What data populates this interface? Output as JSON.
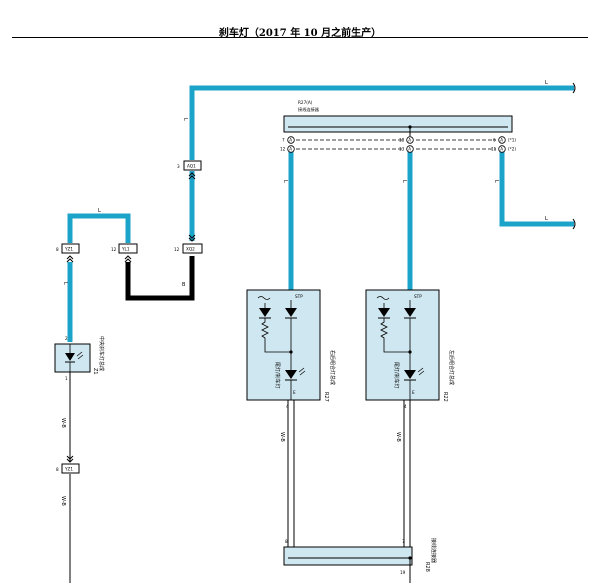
{
  "page": {
    "title": "刹车灯（2017 年 10 月之前生产）"
  },
  "colors": {
    "wire_blue": "#1ca3c9",
    "wire_black": "#000000",
    "connector_fill": "#cfe7f0"
  },
  "wires": {
    "top_right": "L",
    "mid_right": "L",
    "to_aq1": "L",
    "to_yz1": "L",
    "to_z1": "L",
    "black": "B",
    "stp_left": "L",
    "stp_right": "L",
    "right_drop": "L",
    "z1_ground": "W-B",
    "yz1b_ground": "W-B",
    "r27_ground": "W-B",
    "r22_ground": "W-B"
  },
  "connectors": {
    "aq1": {
      "label": "AQ1",
      "pin": "3"
    },
    "xq2": {
      "label": "XQ2",
      "pin": "12"
    },
    "yz1": {
      "label": "YZ1",
      "pin": "8"
    },
    "yl1": {
      "label": "YL1",
      "pin": "12"
    },
    "yz1b": {
      "label": "YZ1",
      "pin": "8"
    }
  },
  "r27a": {
    "name": "R27(A)",
    "desc": "接线连接器",
    "pins_top": [
      "7",
      "18",
      "6"
    ],
    "pins_bottom": [
      "12",
      "13",
      "11"
    ],
    "pin_tag": "A",
    "notes": [
      "(*1)",
      "(*2)"
    ]
  },
  "r28": {
    "name": "R28",
    "desc": "接线连接器",
    "pins": [
      "8",
      "7",
      "19"
    ]
  },
  "z1": {
    "code": "Z1",
    "desc": "中央刹车灯总成",
    "pin_top": "2",
    "pin_bottom": "1"
  },
  "lamp_r27": {
    "code": "R27",
    "desc": "右后组合灯总成",
    "stp": "STP",
    "pin_e": "E",
    "pin_num": "4",
    "inner": "尾灯/刹车灯"
  },
  "lamp_r22": {
    "code": "R22",
    "desc": "左后组合灯总成",
    "stp": "STP",
    "pin_e": "E",
    "pin_num": "4",
    "inner": "尾灯/刹车灯"
  }
}
